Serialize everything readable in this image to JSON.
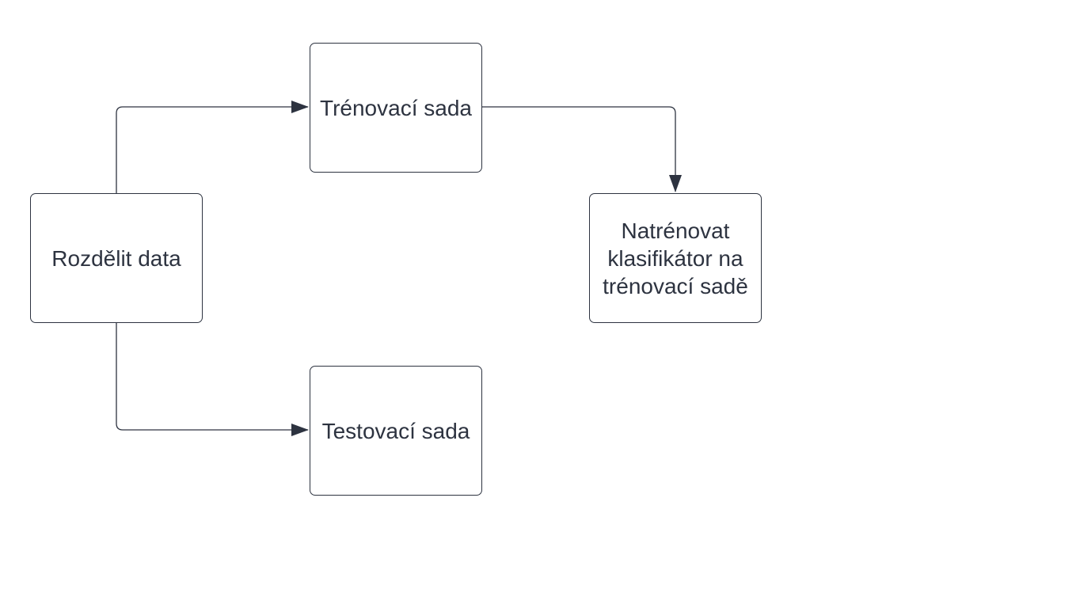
{
  "diagram": {
    "colors": {
      "stroke": "#2d3340",
      "text": "#2d3340",
      "background": "#ffffff"
    },
    "nodes": {
      "split": {
        "label": "Rozdělit data"
      },
      "train": {
        "label": "Trénovací sada"
      },
      "test": {
        "label": "Testovací sada"
      },
      "fit": {
        "label": "Natrénovat\nklasifikátor na\ntrénovací sadě"
      }
    },
    "edges": [
      {
        "from": "split",
        "to": "train"
      },
      {
        "from": "split",
        "to": "test"
      },
      {
        "from": "train",
        "to": "fit"
      }
    ]
  }
}
